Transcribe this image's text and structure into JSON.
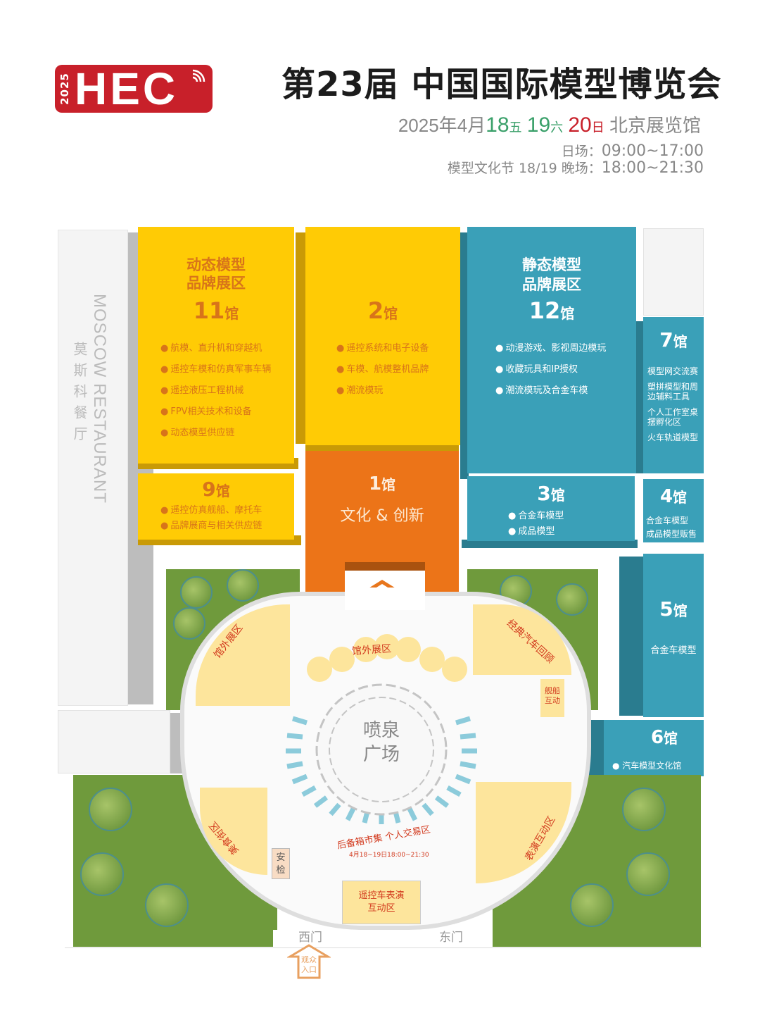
{
  "header": {
    "logo": {
      "text": "HEC",
      "year": "2025",
      "icon": "signal-icon"
    },
    "title": "第23届 中国国际模型博览会",
    "date": {
      "prefix": "2025年4月",
      "d18": "18",
      "d18_weekday": "五",
      "d19": "19",
      "d19_weekday": "六",
      "d20": "20",
      "d20_weekday": "日",
      "venue": "北京展览馆"
    },
    "hours": [
      {
        "label": "日场：",
        "time": "09:00~17:00"
      },
      {
        "label": "模型文化节 18/19 晚场：",
        "time": "18:00~21:30"
      }
    ]
  },
  "map": {
    "restaurant": {
      "name_en": "MOSCOW RESTAURANT",
      "name_zh": "莫斯科餐厅"
    },
    "halls": {
      "h11": {
        "title_1": "动态模型",
        "title_2": "品牌展区",
        "num": "11",
        "suffix": "馆",
        "items": [
          "航模、直升机和穿越机",
          "遥控车模和仿真军事车辆",
          "遥控液压工程机械",
          "FPV相关技术和设备",
          "动态模型供应链"
        ],
        "color": "#ffcb05"
      },
      "h2": {
        "num": "2",
        "suffix": "馆",
        "items": [
          "遥控系统和电子设备",
          "车模、航模整机品牌",
          "潮流模玩"
        ],
        "color": "#ffcb05"
      },
      "h12": {
        "title_1": "静态模型",
        "title_2": "品牌展区",
        "num": "12",
        "suffix": "馆",
        "items": [
          "动漫游戏、影视周边模玩",
          "收藏玩具和IP授权",
          "潮流模玩及合金车模"
        ],
        "color": "#3aa0b8"
      },
      "h7": {
        "num": "7",
        "suffix": "馆",
        "items": [
          "模型网交流赛",
          "塑拼模型和周边辅料工具",
          "个人工作室桌摆孵化区",
          "火车轨道模型"
        ],
        "color": "#3aa0b8"
      },
      "h9": {
        "num": "9",
        "suffix": "馆",
        "items": [
          "遥控仿真舰船、摩托车",
          "品牌展商与相关供应链"
        ],
        "color": "#ffcb05"
      },
      "h1": {
        "num": "1",
        "suffix": "馆",
        "subtitle": "文化 & 创新",
        "color": "#ec7418"
      },
      "h3": {
        "num": "3",
        "suffix": "馆",
        "items": [
          "合金车模型",
          "成品模型"
        ],
        "color": "#3aa0b8"
      },
      "h4": {
        "num": "4",
        "suffix": "馆",
        "items": [
          "合金车模型",
          "成品模型贩售"
        ],
        "color": "#3aa0b8"
      },
      "h5": {
        "num": "5",
        "suffix": "馆",
        "items": [
          "合金车模型"
        ],
        "color": "#3aa0b8"
      },
      "h6": {
        "num": "6",
        "suffix": "馆",
        "items": [
          "汽车模型文化馆"
        ],
        "color": "#3aa0b8"
      }
    },
    "plaza": {
      "fountain": {
        "line1": "喷泉",
        "line2": "广场"
      },
      "zones": {
        "outdoor_left": "馆外展区",
        "outdoor_center": "馆外展区",
        "classic_cars": "经典汽车回顾",
        "ship_interactive_1": "舰船",
        "ship_interactive_2": "互动",
        "food_street": "美食街区",
        "security_1": "安",
        "security_2": "检",
        "performance": "表演互动区",
        "market": "后备箱市集 个人交易区",
        "market_time": "4月18~19日18:00~21:30",
        "rc_show_1": "遥控车表演",
        "rc_show_2": "互动区"
      },
      "gates": {
        "west": "西门",
        "east": "东门",
        "entrance_1": "观众",
        "entrance_2": "入口"
      }
    }
  }
}
